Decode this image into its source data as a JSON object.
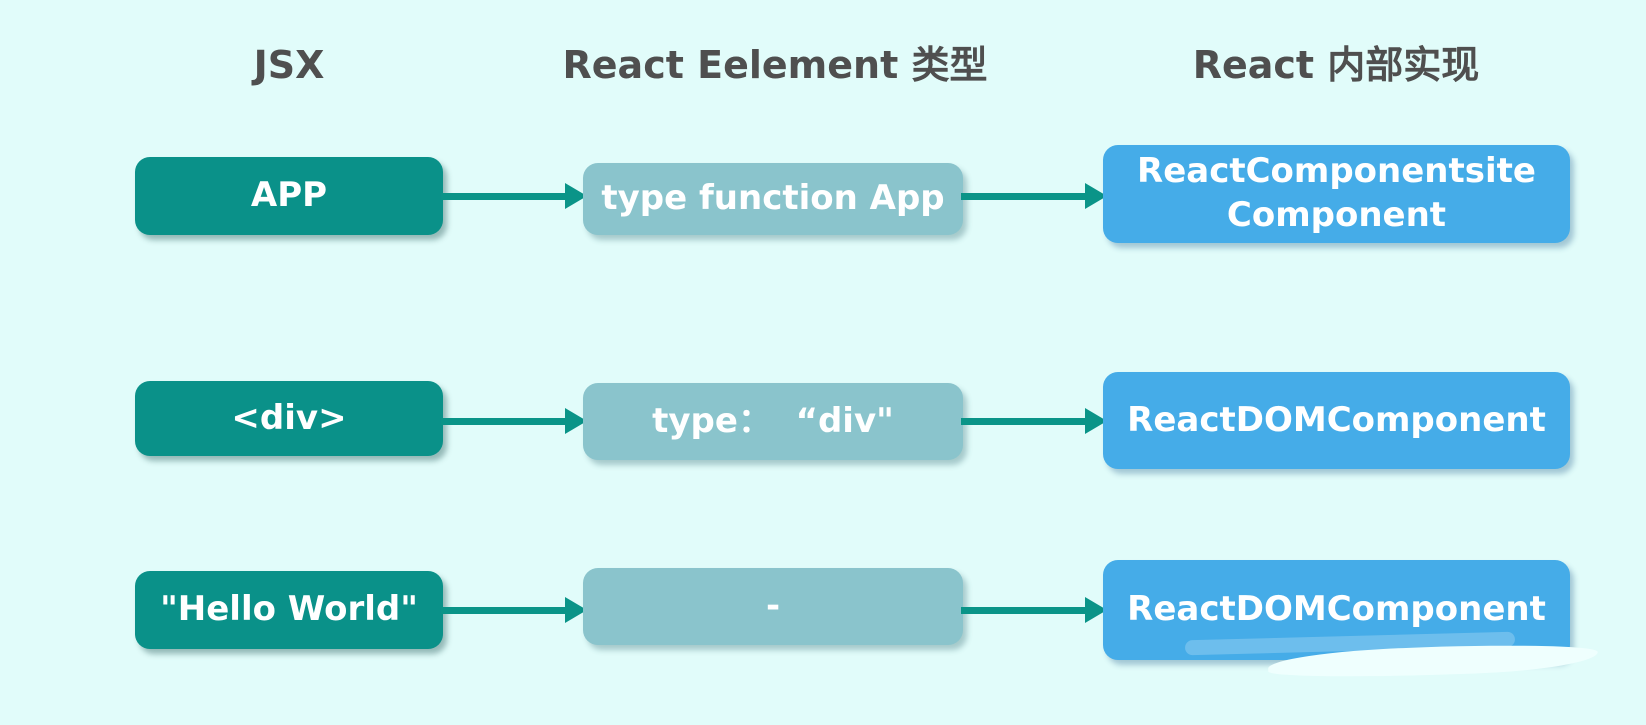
{
  "headers": [
    {
      "label": "JSX"
    },
    {
      "label": "React Eelement 类型"
    },
    {
      "label": "React 内部实现"
    }
  ],
  "rows": [
    {
      "jsx": "APP",
      "element": "type function App",
      "internal": "ReactComponentsite\nComponent"
    },
    {
      "jsx": "<div>",
      "element": "type：  “div\"",
      "internal": "ReactDOMComponent"
    },
    {
      "jsx": "\"Hello World\"",
      "element": "-",
      "internal": "ReactDOMComponent"
    }
  ],
  "colors": {
    "background": "#e1fcfa",
    "jsx_box": "#0a9189",
    "element_box": "#8ac4cc",
    "internal_box": "#45ace8",
    "arrow": "#0a9488",
    "header_text": "#4f4f4f"
  }
}
